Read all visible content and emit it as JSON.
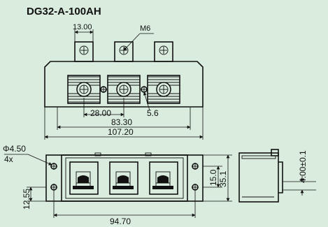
{
  "title": "DG32-A-100AH",
  "labels": {
    "tab_width": "13.00",
    "screw": "M6",
    "terminal_pitch": "28.00",
    "small_hole": "5.6",
    "mount_pitch": "83.30",
    "overall_length": "107.20",
    "hole_diameter": "Φ4.50",
    "hole_count": "4x",
    "bottom_offset": "12.55",
    "base_width": "94.70",
    "height_inner": "15.0",
    "height_outer": "35.1",
    "side_thickness": "4.00±0.1"
  },
  "colors": {
    "background": "#d9ecde",
    "line": "#111111"
  }
}
